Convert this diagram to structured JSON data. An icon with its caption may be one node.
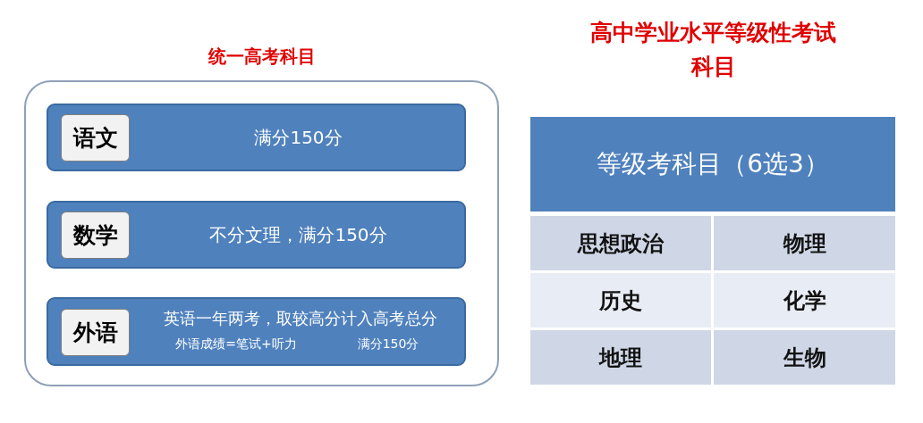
{
  "diagram": {
    "nodes": [
      {
        "text": [
          "统一高考科目"
        ]
      },
      {
        "text": [
          "满分150分"
        ],
        "in": 0
      },
      {
        "text": [
          "语文"
        ],
        "in": 1
      },
      {
        "text": [
          "不分文理，满分150分"
        ],
        "in": 0
      },
      {
        "text": [
          "数学"
        ],
        "in": 3
      },
      {
        "text": [
          "英语一年两考，取较高分计入高考总分",
          "外语成绩=笔试+听力",
          "满分150分"
        ],
        "in": 0
      },
      {
        "text": [
          "外语"
        ],
        "in": 5
      },
      {
        "text": [
          "等级考科目（6选3）"
        ]
      }
    ],
    "labels": [
      "高中学业水平等级性考试科目",
      "思想政治",
      "物理",
      "历史",
      "化学",
      "地理",
      "生物"
    ]
  }
}
